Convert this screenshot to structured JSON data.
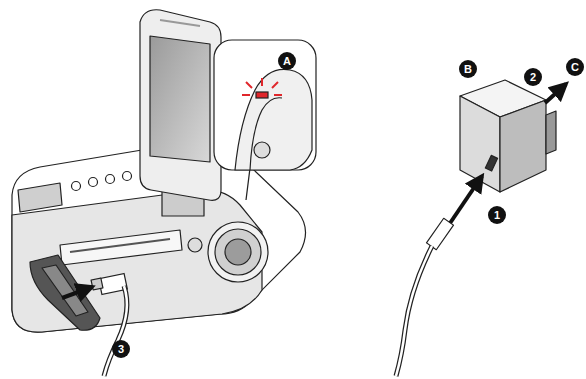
{
  "diagram": {
    "labels": [
      "A",
      "B",
      "C",
      "1",
      "2",
      "3"
    ]
  }
}
